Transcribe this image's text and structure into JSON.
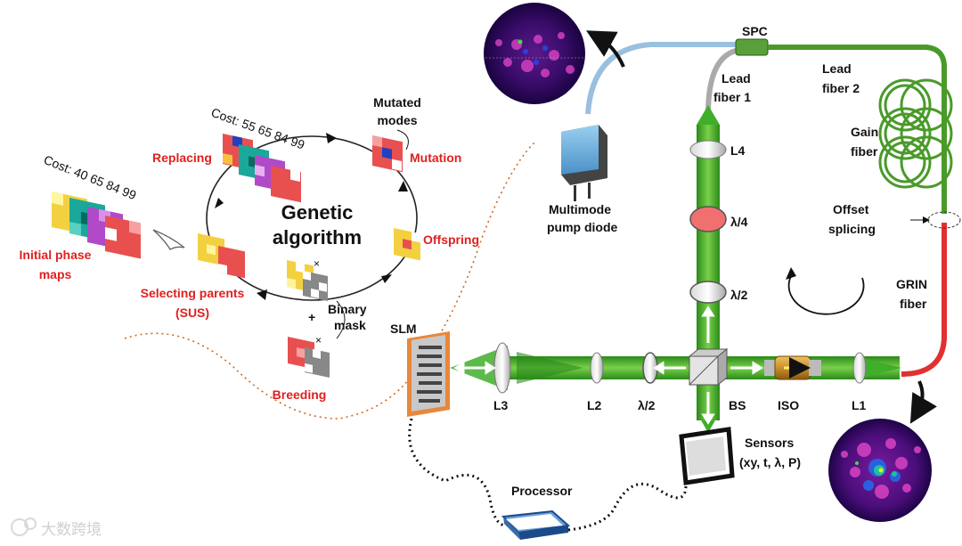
{
  "ga": {
    "title_line1": "Genetic",
    "title_line2": "algorithm",
    "cost_initial": "Cost: 40 65 84 99",
    "cost_replacing": "Cost: 55 65 84 99",
    "initial_line1": "Initial phase",
    "initial_line2": "maps",
    "replacing": "Replacing",
    "mutated_line1": "Mutated",
    "mutated_line2": "modes",
    "mutation": "Mutation",
    "offspring": "Offspring",
    "selecting_line1": "Selecting parents",
    "selecting_line2": "(SUS)",
    "binary_line1": "Binary",
    "binary_line2": "mask",
    "plus": "+",
    "breeding": "Breeding"
  },
  "setup": {
    "spc": "SPC",
    "lead1_line1": "Lead",
    "lead1_line2": "fiber 1",
    "lead2_line1": "Lead",
    "lead2_line2": "fiber 2",
    "gain_line1": "Gain",
    "gain_line2": "fiber",
    "offset_line1": "Offset",
    "offset_line2": "splicing",
    "grin_line1": "GRIN",
    "grin_line2": "fiber",
    "multimode_line1": "Multimode",
    "multimode_line2": "pump diode",
    "l4": "L4",
    "quarter_wave": "λ/4",
    "half_wave_vertical": "λ/2",
    "slm": "SLM",
    "l3": "L3",
    "l2": "L2",
    "half_wave_horizontal": "λ/2",
    "bs": "BS",
    "iso": "ISO",
    "l1": "L1",
    "sensors_line1": "Sensors",
    "sensors_line2": "(xy, t, λ, P)",
    "processor": "Processor"
  },
  "watermark": "大数跨境",
  "colors": {
    "beam": "#3fae2a",
    "fiber_green": "#4a9a2a",
    "grin_red": "#e23030",
    "label_red": "#e02020"
  }
}
